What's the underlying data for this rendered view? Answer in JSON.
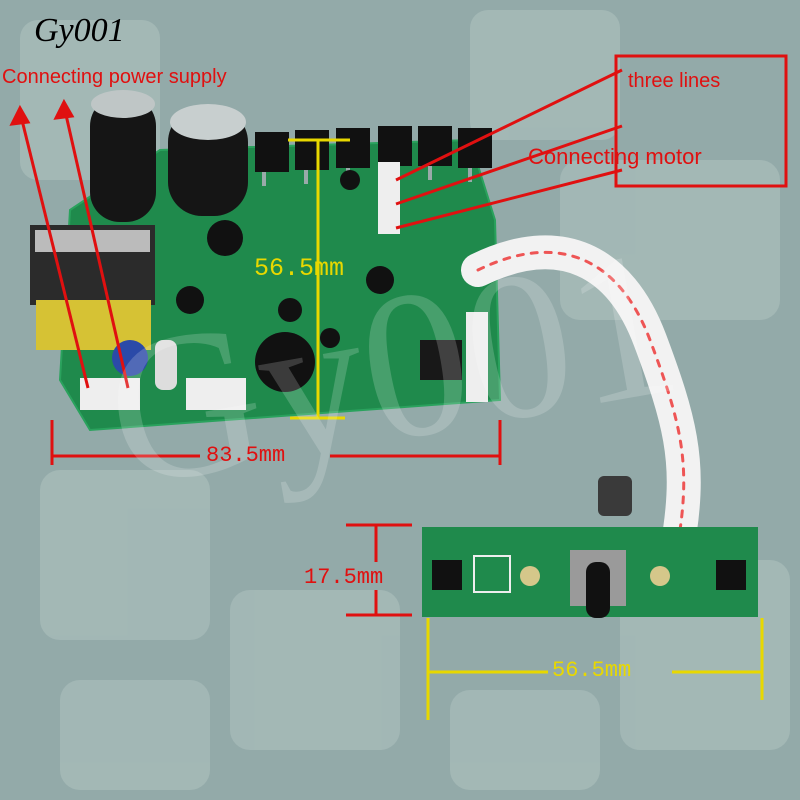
{
  "brand": "Gy001",
  "watermark": "Gy001",
  "labels": {
    "power": "Connecting power supply",
    "three_lines": "three lines",
    "motor": "Connecting motor"
  },
  "dimensions": {
    "main_height": "56.5mm",
    "main_width": "83.5mm",
    "small_height": "17.5mm",
    "small_width": "56.5mm"
  },
  "colors": {
    "annotation_red": "#e01010",
    "dimension_yellow": "#e8d800",
    "pcb_green": "#1f8a4c"
  }
}
